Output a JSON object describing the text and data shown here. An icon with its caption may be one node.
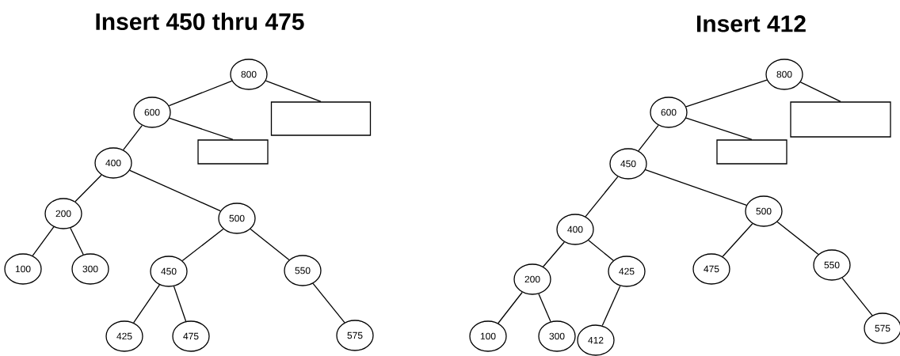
{
  "diagram": {
    "nodes": [
      {
        "text": [
          "800"
        ]
      },
      {
        "text": [
          "600"
        ]
      },
      {
        "text": [],
        "shape": "box"
      },
      {
        "text": [],
        "shape": "box"
      },
      {
        "text": [
          "400"
        ]
      },
      {
        "text": [
          "200"
        ]
      },
      {
        "text": [
          "500"
        ]
      },
      {
        "text": [
          "100"
        ]
      },
      {
        "text": [
          "300"
        ]
      },
      {
        "text": [
          "450"
        ]
      },
      {
        "text": [
          "550"
        ]
      },
      {
        "text": [
          "425"
        ]
      },
      {
        "text": [
          "475"
        ]
      },
      {
        "text": [
          "575"
        ]
      },
      {
        "text": [
          "800"
        ]
      },
      {
        "text": [
          "600"
        ]
      },
      {
        "text": [],
        "shape": "box"
      },
      {
        "text": [],
        "shape": "box"
      },
      {
        "text": [
          "450"
        ]
      },
      {
        "text": [
          "500"
        ]
      },
      {
        "text": [
          "400"
        ]
      },
      {
        "text": [
          "425"
        ]
      },
      {
        "text": [
          "475"
        ]
      },
      {
        "text": [
          "550"
        ]
      },
      {
        "text": [
          "200"
        ]
      },
      {
        "text": [
          "100"
        ]
      },
      {
        "text": [
          "300"
        ]
      },
      {
        "text": [
          "412"
        ]
      },
      {
        "text": [
          "575"
        ]
      }
    ],
    "edges": [
      {
        "from": 0,
        "to": 1,
        "arrow": "none"
      },
      {
        "from": 0,
        "to": 2,
        "arrow": "none"
      },
      {
        "from": 1,
        "to": 3,
        "arrow": "none"
      },
      {
        "from": 1,
        "to": 4,
        "arrow": "none"
      },
      {
        "from": 4,
        "to": 5,
        "arrow": "none"
      },
      {
        "from": 4,
        "to": 6,
        "arrow": "none"
      },
      {
        "from": 5,
        "to": 7,
        "arrow": "none"
      },
      {
        "from": 5,
        "to": 8,
        "arrow": "none"
      },
      {
        "from": 6,
        "to": 9,
        "arrow": "none"
      },
      {
        "from": 6,
        "to": 10,
        "arrow": "none"
      },
      {
        "from": 9,
        "to": 11,
        "arrow": "none"
      },
      {
        "from": 9,
        "to": 12,
        "arrow": "none"
      },
      {
        "from": 10,
        "to": 13,
        "arrow": "none"
      },
      {
        "from": 14,
        "to": 15,
        "arrow": "none"
      },
      {
        "from": 14,
        "to": 16,
        "arrow": "none"
      },
      {
        "from": 15,
        "to": 17,
        "arrow": "none"
      },
      {
        "from": 15,
        "to": 18,
        "arrow": "none"
      },
      {
        "from": 18,
        "to": 20,
        "arrow": "none"
      },
      {
        "from": 18,
        "to": 19,
        "arrow": "none"
      },
      {
        "from": 20,
        "to": 24,
        "arrow": "none"
      },
      {
        "from": 20,
        "to": 21,
        "arrow": "none"
      },
      {
        "from": 24,
        "to": 25,
        "arrow": "none"
      },
      {
        "from": 24,
        "to": 26,
        "arrow": "none"
      },
      {
        "from": 21,
        "to": 27,
        "arrow": "none"
      },
      {
        "from": 19,
        "to": 22,
        "arrow": "none"
      },
      {
        "from": 19,
        "to": 23,
        "arrow": "none"
      },
      {
        "from": 23,
        "to": 28,
        "arrow": "none"
      }
    ],
    "labels": [
      "Insert 450 thru 475",
      "Insert 412"
    ]
  }
}
